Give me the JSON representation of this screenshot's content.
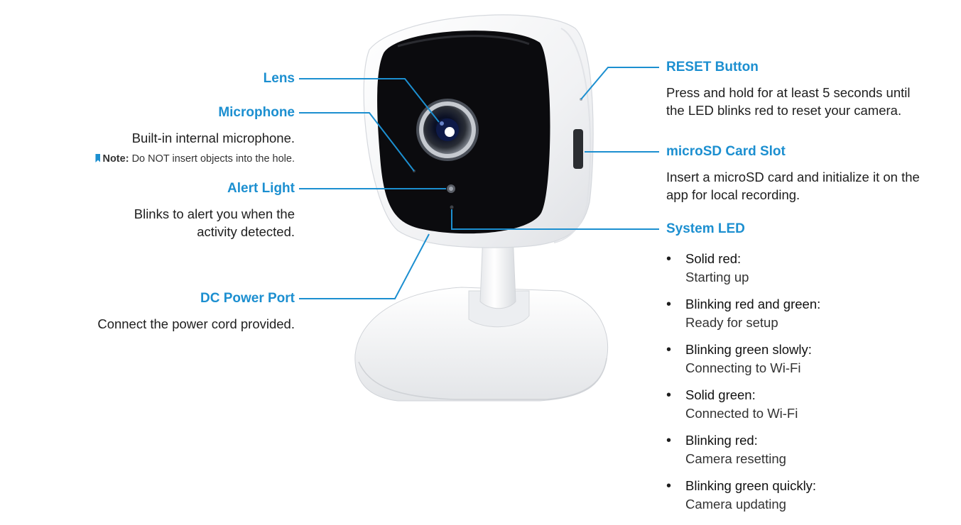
{
  "left_labels": {
    "lens": {
      "title": "Lens"
    },
    "microphone": {
      "title": "Microphone",
      "desc": "Built-in internal microphone.",
      "note_label": "Note:",
      "note_text": "Do NOT insert objects into the hole."
    },
    "alert_light": {
      "title": "Alert Light",
      "desc_line1": "Blinks to alert you when the",
      "desc_line2": "activity detected."
    },
    "dc_power": {
      "title": "DC Power Port",
      "desc": "Connect the power cord provided."
    }
  },
  "right_labels": {
    "reset": {
      "title": "RESET Button",
      "desc_line1": "Press and hold for at least 5 seconds until",
      "desc_line2": "the LED blinks red to reset your camera."
    },
    "microsd": {
      "title": "microSD Card Slot",
      "desc_line1": "Insert a microSD card and initialize it on the",
      "desc_line2": "app for local recording."
    },
    "system_led": {
      "title": "System LED",
      "states": [
        {
          "state": "Solid red:",
          "meaning": "Starting up"
        },
        {
          "state": "Blinking red and green:",
          "meaning": "Ready for setup"
        },
        {
          "state": "Blinking green slowly:",
          "meaning": "Connecting to Wi-Fi"
        },
        {
          "state": "Solid green:",
          "meaning": "Connected to Wi-Fi"
        },
        {
          "state": "Blinking red:",
          "meaning": "Camera resetting"
        },
        {
          "state": "Blinking green quickly:",
          "meaning": "Camera updating"
        }
      ]
    }
  },
  "colors": {
    "accent": "#1c8fd0",
    "text": "#1e1e1e",
    "camera_body": "#f4f5f7",
    "camera_face": "#0b0b0e"
  },
  "icons": {
    "note_marker": "bookmark-icon"
  }
}
